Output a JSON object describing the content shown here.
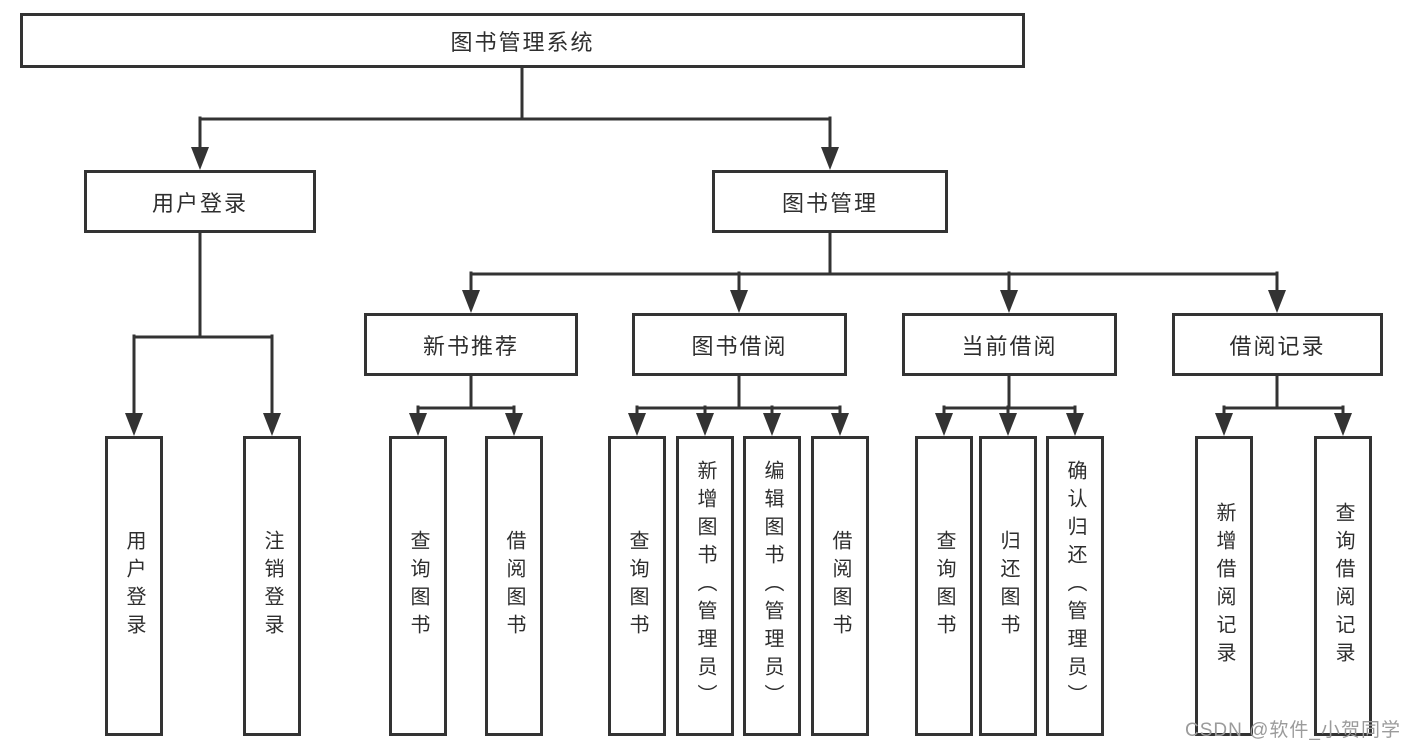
{
  "diagram": {
    "type": "hierarchy-tree",
    "title": "图书管理系统",
    "watermark": "CSDN @软件_小贺同学",
    "colors": {
      "line": "#333333",
      "box_border": "#333333",
      "text": "#2e2e2e",
      "watermark": "#9b9b9b",
      "background": "#ffffff"
    }
  },
  "nodes": {
    "root": {
      "label": "图书管理系统"
    },
    "level2": [
      {
        "id": "user-login",
        "label": "用户登录",
        "parent": "图书管理系统"
      },
      {
        "id": "book-management",
        "label": "图书管理",
        "parent": "图书管理系统"
      }
    ],
    "level3": [
      {
        "id": "new-book-recommend",
        "label": "新书推荐",
        "parent": "图书管理"
      },
      {
        "id": "book-borrowing",
        "label": "图书借阅",
        "parent": "图书管理"
      },
      {
        "id": "current-borrowing",
        "label": "当前借阅",
        "parent": "图书管理"
      },
      {
        "id": "borrowing-records",
        "label": "借阅记录",
        "parent": "图书管理"
      }
    ],
    "level4": [
      {
        "id": "leaf-user-login",
        "label": "用户登录",
        "parent": "用户登录"
      },
      {
        "id": "leaf-logout",
        "label": "注销登录",
        "parent": "用户登录"
      },
      {
        "id": "leaf-query-books-recommend",
        "label": "查询图书",
        "parent": "新书推荐"
      },
      {
        "id": "leaf-borrow-books-recommend",
        "label": "借阅图书",
        "parent": "新书推荐"
      },
      {
        "id": "leaf-query-books-borrow",
        "label": "查询图书",
        "parent": "图书借阅"
      },
      {
        "id": "leaf-add-books-admin",
        "label": "新增图书（管理员）",
        "parent": "图书借阅"
      },
      {
        "id": "leaf-edit-books-admin",
        "label": "编辑图书（管理员）",
        "parent": "图书借阅"
      },
      {
        "id": "leaf-borrow-books-borrow",
        "label": "借阅图书",
        "parent": "图书借阅"
      },
      {
        "id": "leaf-query-books-current",
        "label": "查询图书",
        "parent": "当前借阅"
      },
      {
        "id": "leaf-return-books",
        "label": "归还图书",
        "parent": "当前借阅"
      },
      {
        "id": "leaf-confirm-return-admin",
        "label": "确认归还（管理员）",
        "parent": "当前借阅"
      },
      {
        "id": "leaf-add-borrow-record",
        "label": "新增借阅记录",
        "parent": "借阅记录"
      },
      {
        "id": "leaf-query-borrow-record",
        "label": "查询借阅记录",
        "parent": "借阅记录"
      }
    ]
  }
}
